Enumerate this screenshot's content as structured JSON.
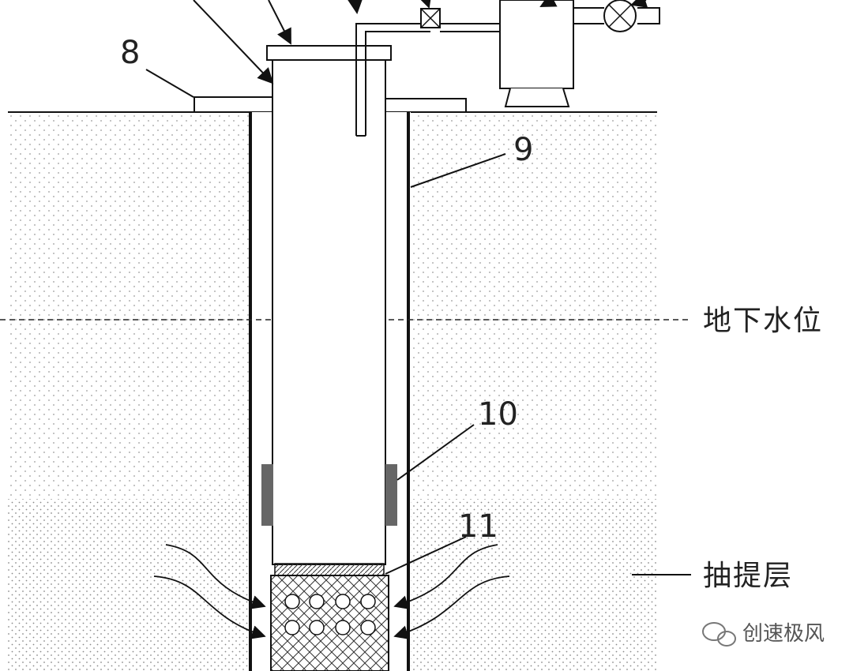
{
  "labels": {
    "item_8": "8",
    "item_9": "9",
    "item_10": "10",
    "item_11": "11",
    "groundwater_level": "地下水位",
    "extraction_layer": "抽提层"
  },
  "watermark": {
    "text": "创速极风",
    "icon": "wechat-icon"
  },
  "colors": {
    "line": "#111111",
    "soil_dots": "#9a9a9a",
    "seal_block": "#666666"
  }
}
